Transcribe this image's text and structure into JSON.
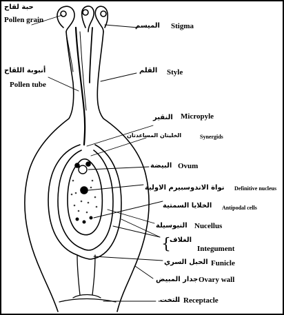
{
  "labels": {
    "pollen_grain": {
      "ar": "حبة لقاح",
      "en": "Pollen grain"
    },
    "stigma": {
      "ar": "الميسم",
      "en": "Stigma"
    },
    "pollen_tube": {
      "ar": "أنبوبة اللقاح",
      "en": "Pollen tube"
    },
    "style": {
      "ar": "القلم",
      "en": "Style"
    },
    "micropyle": {
      "ar": "النقير",
      "en": "Micropyle"
    },
    "synergids": {
      "ar": "الخليتان المساعدتان",
      "en": "Synergids"
    },
    "ovum": {
      "ar": "البيضة",
      "en": "Ovum"
    },
    "definitive_nucleus": {
      "ar": "نواة الاندوسبيرم الاولية",
      "en": "Definitive nucleus"
    },
    "antipodal_cells": {
      "ar": "الخلايا السمتية",
      "en": "Antipodal cells"
    },
    "nucellus": {
      "ar": "النيوسيلة",
      "en": "Nucellus"
    },
    "integument": {
      "ar": "الغلاف",
      "en": "Integument"
    },
    "funicle": {
      "ar": "الحبل السري",
      "en": "Funicle"
    },
    "ovary_wall": {
      "ar": "جدار المبيض",
      "en": "Ovary wall"
    },
    "receptacle": {
      "ar": "التخت",
      "en": "Receptacle"
    }
  }
}
